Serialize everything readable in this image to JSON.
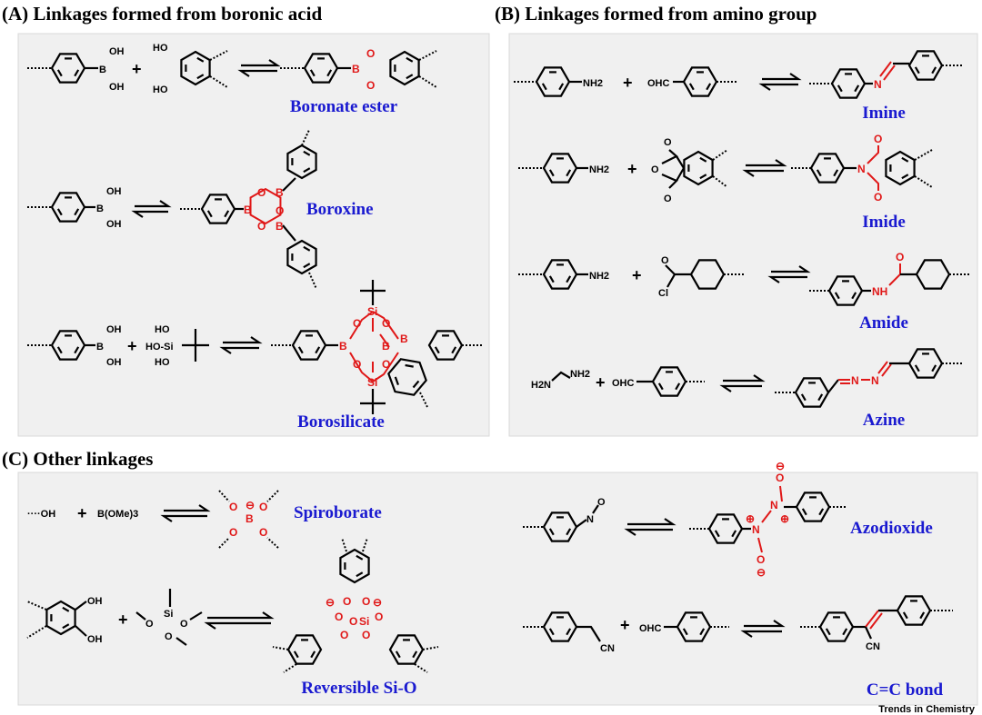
{
  "panels": {
    "A": {
      "title": "(A) Linkages formed from boronic acid",
      "r1": {
        "label": "Boronate ester",
        "atoms": [
          "OH",
          "B",
          "OH",
          "HO",
          "HO",
          "B",
          "O",
          "O"
        ]
      },
      "r2": {
        "label": "Boroxine",
        "atoms": [
          "OH",
          "B",
          "OH",
          "B",
          "O",
          "B",
          "O",
          "B",
          "O"
        ]
      },
      "r3": {
        "label": "Borosilicate",
        "atoms": [
          "OH",
          "B",
          "OH",
          "HO",
          "HO-Si",
          "HO",
          "Si",
          "O",
          "O",
          "B",
          "B",
          "B",
          "O",
          "O",
          "Si"
        ]
      }
    },
    "B": {
      "title": "(B) Linkages formed from amino group",
      "r1": {
        "label": "Imine",
        "atoms": [
          "NH2",
          "OHC",
          "N"
        ]
      },
      "r2": {
        "label": "Imide",
        "atoms": [
          "NH2",
          "O",
          "O",
          "O",
          "N",
          "O",
          "O"
        ]
      },
      "r3": {
        "label": "Amide",
        "atoms": [
          "NH2",
          "O",
          "Cl",
          "O",
          "NH"
        ]
      },
      "r4": {
        "label": "Azine",
        "atoms": [
          "H2N",
          "NH2",
          "OHC",
          "N",
          "N"
        ]
      }
    },
    "C": {
      "title": "(C) Other linkages",
      "r1": {
        "label": "Spiroborate",
        "atoms": [
          "····OH",
          "B(OMe)3",
          "O",
          "O",
          "B",
          "O",
          "O",
          "⊖"
        ]
      },
      "r2": {
        "label": "Reversible Si-O",
        "atoms": [
          "OH",
          "OH",
          "Si",
          "O",
          "O",
          "O",
          "Si",
          "O",
          "O",
          "O",
          "O",
          "O",
          "O",
          "⊖",
          "⊖"
        ]
      },
      "r3": {
        "label": "Azodioxide",
        "atoms": [
          "N",
          "O",
          "O",
          "N",
          "N",
          "O",
          "⊕",
          "⊕",
          "⊖",
          "⊖"
        ]
      },
      "r4": {
        "label": "C=C bond",
        "atoms": [
          "CN",
          "OHC",
          "CN"
        ]
      }
    }
  },
  "credit": "Trends in Chemistry",
  "colors": {
    "panel_bg": "#f0f0f0",
    "label": "#1a1ad0",
    "highlight": "#e01818"
  }
}
